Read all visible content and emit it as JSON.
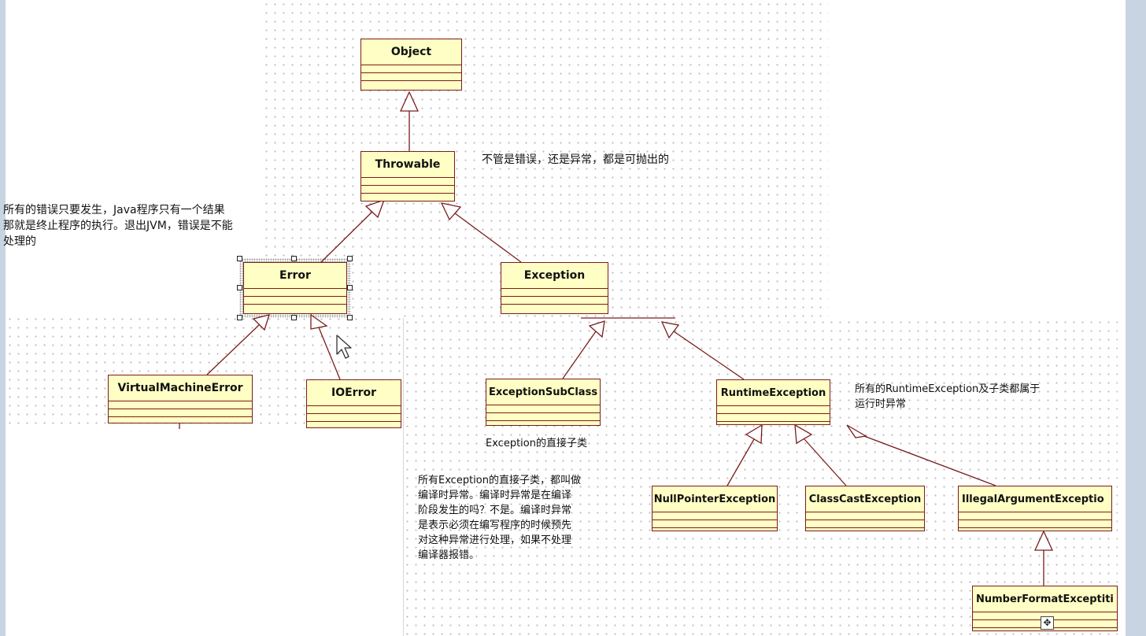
{
  "classes": {
    "object": "Object",
    "throwable": "Throwable",
    "error": "Error",
    "exception": "Exception",
    "virtual_machine_error": "VirtualMachineError",
    "io_error": "IOError",
    "exception_sub_class": "ExceptionSubClass",
    "runtime_exception": "RuntimeException",
    "null_pointer_exception": "NullPointerException",
    "class_cast_exception": "ClassCastException",
    "illegal_argument_exception": "IllegalArgumentExceptio",
    "number_format_exception": "NumberFormatExceptiti"
  },
  "notes": {
    "throwable_note": "不管是错误，还是异常，都是可抛出的",
    "error_note": "所有的错误只要发生，Java程序只有一个结果\n那就是终止程序的执行。退出JVM，错误是不能\n处理的",
    "runtime_note": "所有的RuntimeException及子类都属于\n运行时异常",
    "direct_subclass_caption": "Exception的直接子类",
    "checked_note": "所有Exception的直接子类，都叫做\n编译时异常。编译时异常是在编译\n阶段发生的吗？不是。编译时异常\n是表示必须在编写程序的时候预先\n对这种异常进行处理，如果不处理\n编译器报错。"
  },
  "colors": {
    "class_fill": "#fffec4",
    "class_border": "#7a1d1d",
    "connector": "#7a1d1d"
  },
  "icons": {
    "cursor": "mouse-pointer-icon",
    "move": "move-cross-icon"
  }
}
